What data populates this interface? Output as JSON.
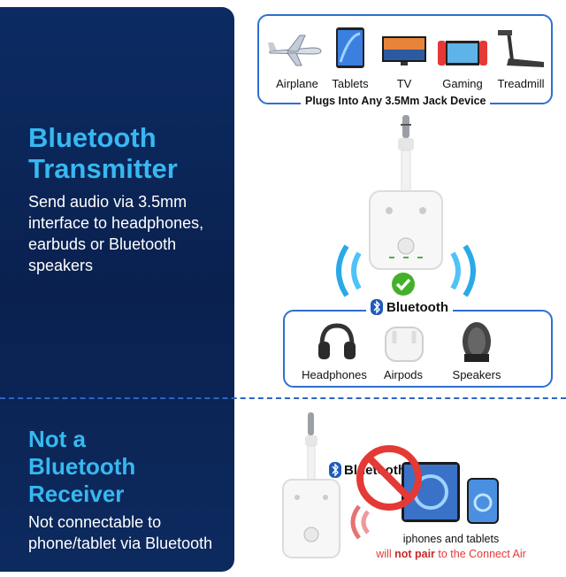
{
  "left": {
    "heading1": "Bluetooth",
    "heading2": "Transmitter",
    "desc": [
      "Send audio via 3.5mm",
      "interface to headphones,",
      "earbuds or Bluetooth",
      "speakers"
    ],
    "heading3": "Not a",
    "heading4": "Bluetooth",
    "heading5": "Receiver",
    "desc2": [
      "Not connectable to",
      "phone/tablet via Bluetooth"
    ]
  },
  "devices": {
    "caption": "Plugs Into Any 3.5Mm Jack Device",
    "items": [
      "Airplane",
      "Tablets",
      "TV",
      "Gaming",
      "Treadmill"
    ]
  },
  "bluetooth": {
    "label": "Bluetooth"
  },
  "outputs": {
    "items": [
      "Headphones",
      "Airpods",
      "Speakers"
    ]
  },
  "receiver": {
    "bt_label": "Bluetooth",
    "line1": "iphones and tablets",
    "line2_pre": "will ",
    "line2_bold": "not pair",
    "line2_post": " to the Connect Air"
  },
  "colors": {
    "accent": "#37b8f0",
    "panel": "#0c2b63",
    "border": "#2f6fd1",
    "red": "#e53935"
  }
}
